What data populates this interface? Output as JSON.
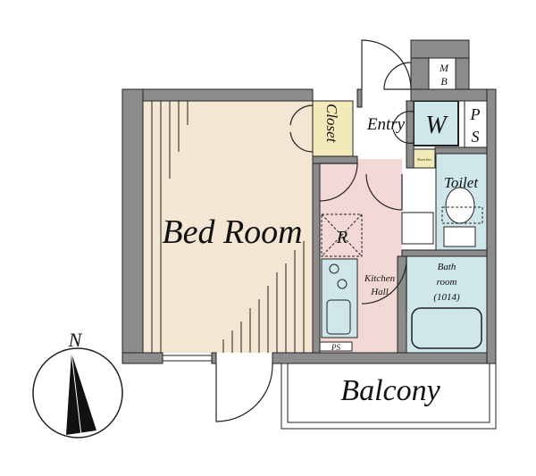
{
  "rooms": {
    "bedroom": "Bed Room",
    "closet": "Closet",
    "entry": "Entry",
    "washer": "W",
    "mb_top": "M",
    "mb_bottom": "B",
    "ps_top": "P",
    "ps_bottom": "S",
    "shoes_box": "Shoes box",
    "toilet": "Toilet",
    "fridge": "R",
    "kitchen_line1": "Kitchen",
    "kitchen_line2": "Hall",
    "bath_line1": "Bath",
    "bath_line2": "room",
    "bath_line3": "(1014)",
    "kitchen_ps": "PS",
    "balcony": "Balcony"
  },
  "compass": {
    "label": "N"
  },
  "colors": {
    "wall": "#8c8c8c",
    "bedroom": "#f3e6d2",
    "closet": "#f2eab9",
    "kitchen_hall": "#f3d9d6",
    "wet_area": "#cfe6ea"
  }
}
